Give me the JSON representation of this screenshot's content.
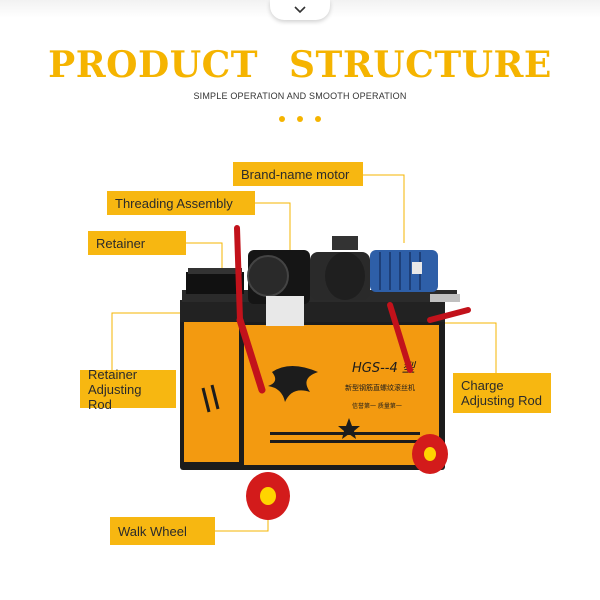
{
  "header": {
    "collapse_icon": "chevron-down-icon",
    "title": "PRODUCT   STRUCTURE",
    "subtitle": "SIMPLE OPERATION AND SMOOTH OPERATION"
  },
  "colors": {
    "accent": "#f5b400",
    "label_bg": "#f7b711",
    "machine_orange": "#f39a10",
    "machine_black": "#1c1c1c",
    "wheel_red": "#d31b1b",
    "motor_blue": "#2e5fa8"
  },
  "callouts": {
    "motor": "Brand-name motor",
    "threading": "Threading Assembly",
    "retainer": "Retainer",
    "retainer_adjusting_line1": "Retainer",
    "retainer_adjusting_line2": "Adjusting Rod",
    "charge_line1": "Charge",
    "charge_line2": "Adjusting Rod",
    "walk_wheel": "Walk Wheel"
  },
  "machine": {
    "model": "HGS--4 型",
    "chinese_line": "新型钢筋直螺纹滚丝机",
    "motto": "信誉第一 质量第一"
  }
}
